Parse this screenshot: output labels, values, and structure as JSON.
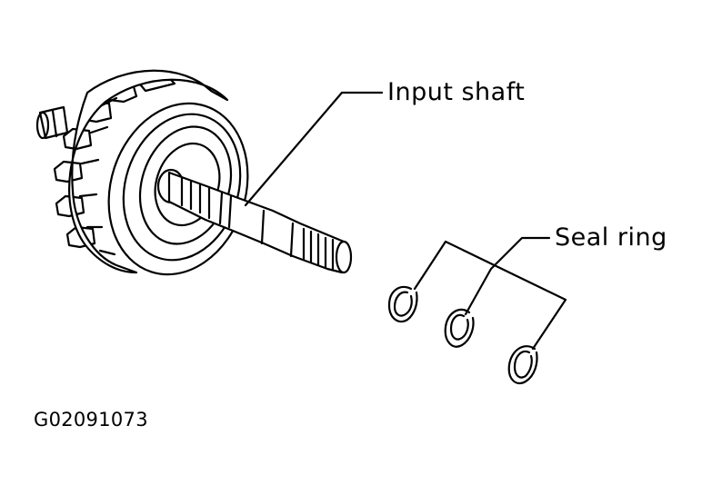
{
  "labels": {
    "input_shaft": "Input shaft",
    "seal_ring": "Seal ring"
  },
  "figure_code": "G02091073",
  "colors": {
    "line": "#000000",
    "background": "#ffffff"
  }
}
